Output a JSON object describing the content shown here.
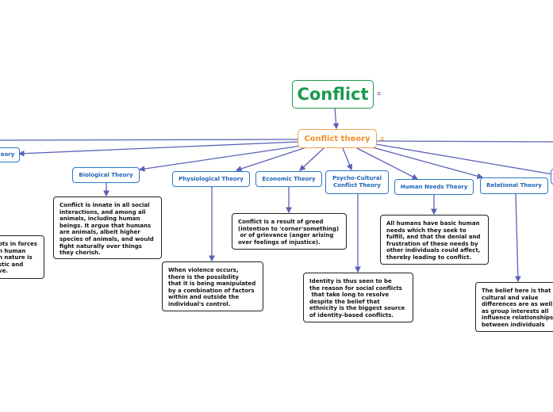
{
  "root": {
    "title": "Conflict"
  },
  "center": {
    "title": "Conflict theory"
  },
  "icons": {
    "notes": "notes-icon"
  },
  "colors": {
    "root": "#1a9a4e",
    "center": "#f0902a",
    "theory": "#1f64b8",
    "edge": "#5b63b7"
  },
  "theories": [
    {
      "label": "eory"
    },
    {
      "label": "Biological Theory"
    },
    {
      "label": "Physiological Theory"
    },
    {
      "label": "Economic Theory"
    },
    {
      "label": "Psycho-Cultural\nConflict Theory"
    },
    {
      "label": "Human Needs Theory"
    },
    {
      "label": "Relational Theory"
    }
  ],
  "descriptions": [
    {
      "text": "ots in forces\nn human\nn nature is\nstic and\nve."
    },
    {
      "text": "Conflict is innate in all social\ninteractions, and among all\nanimals, including human\nbeings. It argue that humans\nare animals, albeit higher\nspecies of animals, and would\nfight naturally over things\nthey cherish."
    },
    {
      "text": "When violence occurs,\nthere is the possibility\nthat it is being manipulated\nby a combination of factors\nwithin and outside the\nindividual's control."
    },
    {
      "text": "Conflict is a result of greed\n(intention to 'corner'something)\n or of grievance (anger arising\nover feelings of injustice)."
    },
    {
      "text": "Identity is thus seen to be\nthe reason for social conflicts\n that take long to resolve\ndespite the belief that\nethnicity is the biggest source\nof identity-based conflicts."
    },
    {
      "text": "All humans have basic human\nneeds which they seek to\nfulfill, and that the denial and\nfrustration of these needs by\nother individuals could affect,\nthereby leading to conflict."
    },
    {
      "text": "The belief here is that\ncultural and value\ndifferences are as well\nas group interests all\ninfluence relationships\nbetween individuals"
    }
  ]
}
